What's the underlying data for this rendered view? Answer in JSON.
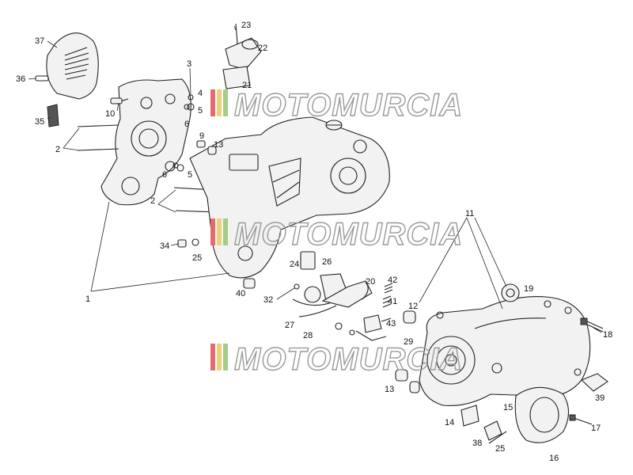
{
  "watermark": {
    "text": "MOTOMURCIA"
  },
  "callouts": [
    {
      "id": "c37",
      "label": "37"
    },
    {
      "id": "c36",
      "label": "36"
    },
    {
      "id": "c35",
      "label": "35"
    },
    {
      "id": "c2a",
      "label": "2"
    },
    {
      "id": "c10",
      "label": "10"
    },
    {
      "id": "c3",
      "label": "3"
    },
    {
      "id": "c4",
      "label": "4"
    },
    {
      "id": "c5a",
      "label": "5"
    },
    {
      "id": "c6a",
      "label": "6"
    },
    {
      "id": "c23",
      "label": "23"
    },
    {
      "id": "c22",
      "label": "22"
    },
    {
      "id": "c21",
      "label": "21"
    },
    {
      "id": "c9",
      "label": "9"
    },
    {
      "id": "c13a",
      "label": "13"
    },
    {
      "id": "c6b",
      "label": "6"
    },
    {
      "id": "c5b",
      "label": "5"
    },
    {
      "id": "c2b",
      "label": "2"
    },
    {
      "id": "c34",
      "label": "34"
    },
    {
      "id": "c25a",
      "label": "25"
    },
    {
      "id": "c1",
      "label": "1"
    },
    {
      "id": "c24",
      "label": "24"
    },
    {
      "id": "c26",
      "label": "26"
    },
    {
      "id": "c40",
      "label": "40"
    },
    {
      "id": "c32",
      "label": "32"
    },
    {
      "id": "c27",
      "label": "27"
    },
    {
      "id": "c28",
      "label": "28"
    },
    {
      "id": "c20",
      "label": "20"
    },
    {
      "id": "c42",
      "label": "42"
    },
    {
      "id": "c41",
      "label": "41"
    },
    {
      "id": "c43",
      "label": "43"
    },
    {
      "id": "c29",
      "label": "29"
    },
    {
      "id": "c11",
      "label": "11"
    },
    {
      "id": "c19",
      "label": "19"
    },
    {
      "id": "c12",
      "label": "12"
    },
    {
      "id": "c18",
      "label": "18"
    },
    {
      "id": "c13b",
      "label": "13"
    },
    {
      "id": "c39",
      "label": "39"
    },
    {
      "id": "c14",
      "label": "14"
    },
    {
      "id": "c15",
      "label": "15"
    },
    {
      "id": "c38",
      "label": "38"
    },
    {
      "id": "c25b",
      "label": "25"
    },
    {
      "id": "c17",
      "label": "17"
    },
    {
      "id": "c16",
      "label": "16"
    }
  ]
}
